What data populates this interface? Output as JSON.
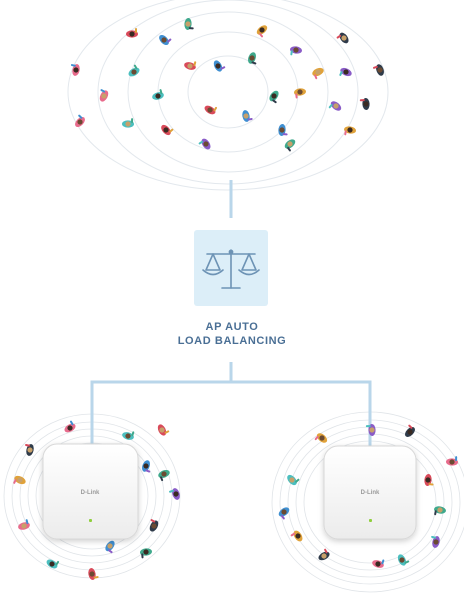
{
  "caption": {
    "line1": "AP AUTO",
    "line2": "LOAD BALANCING"
  },
  "access_points": [
    {
      "brand": "D-Link"
    },
    {
      "brand": "D-Link"
    }
  ],
  "icons": {
    "feature": "balance-scale-icon"
  },
  "colors": {
    "connector": "#b9d6ea",
    "feature_box": "#dceef8",
    "feature_icon": "#6d93b5",
    "caption": "#4a6f95",
    "ap_led": "#8fcf3c"
  }
}
